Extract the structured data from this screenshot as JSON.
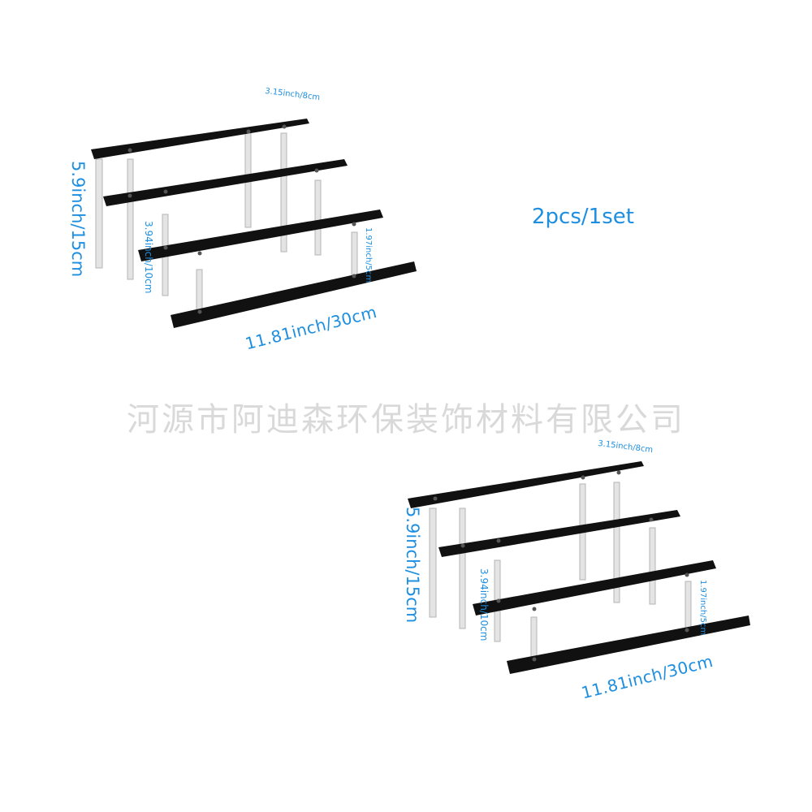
{
  "caption": "2pcs/1set",
  "watermark": "河源市阿迪森环保装饰材料有限公司",
  "dimensions": {
    "depth": "3.15inch/8cm",
    "total_height": "5.9inch/15cm",
    "step_height": "3.94inch/10cm",
    "riser_height": "1.97inch/5cm",
    "length": "11.81inch/30cm"
  },
  "colors": {
    "shelf": "#111111",
    "dimension_text": "#1e8fe0",
    "acrylic_post": "#e6e6e6",
    "watermark": "#d9d9d9"
  }
}
